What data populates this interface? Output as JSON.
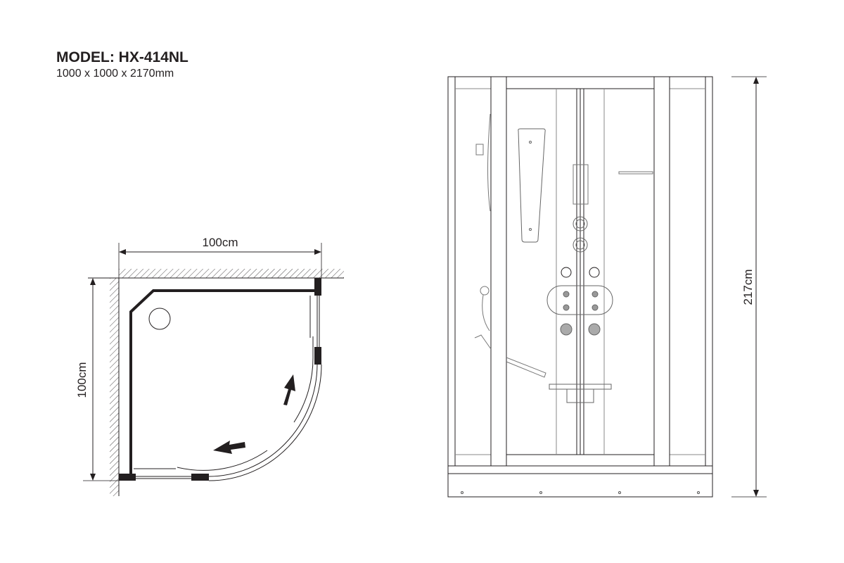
{
  "header": {
    "model": "MODEL: HX-414NL",
    "dimensions": "1000 x 1000 x 2170mm"
  },
  "plan_view": {
    "width_label": "100cm",
    "depth_label": "100cm"
  },
  "front_view": {
    "height_label": "217cm"
  },
  "colors": {
    "line": "#231f20",
    "light_line": "#7a7a7a"
  }
}
